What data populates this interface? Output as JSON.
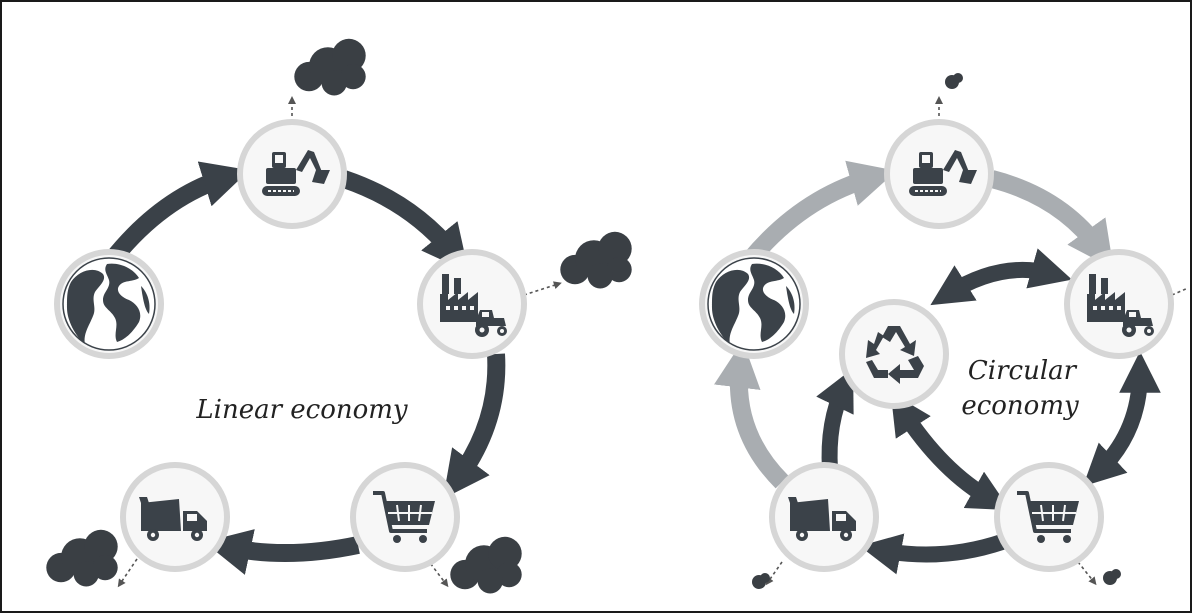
{
  "panels": {
    "linear": {
      "title": "Linear economy"
    },
    "circular": {
      "title_line1": "Circular",
      "title_line2": "economy"
    }
  },
  "icons": {
    "linear": [
      "globe-icon",
      "excavator-icon",
      "factory-icon",
      "shopping-cart-icon",
      "garbage-truck-icon"
    ],
    "circular": [
      "globe-icon",
      "excavator-icon",
      "factory-icon",
      "shopping-cart-icon",
      "garbage-truck-icon",
      "recycle-icon"
    ]
  },
  "colors": {
    "dark_arrow": "#3a4148",
    "light_arrow": "#a9adb1",
    "circle_fill": "#f7f7f7",
    "circle_ring": "#d6d6d6",
    "icon": "#3b4249",
    "smoke": "#3a3f44"
  }
}
